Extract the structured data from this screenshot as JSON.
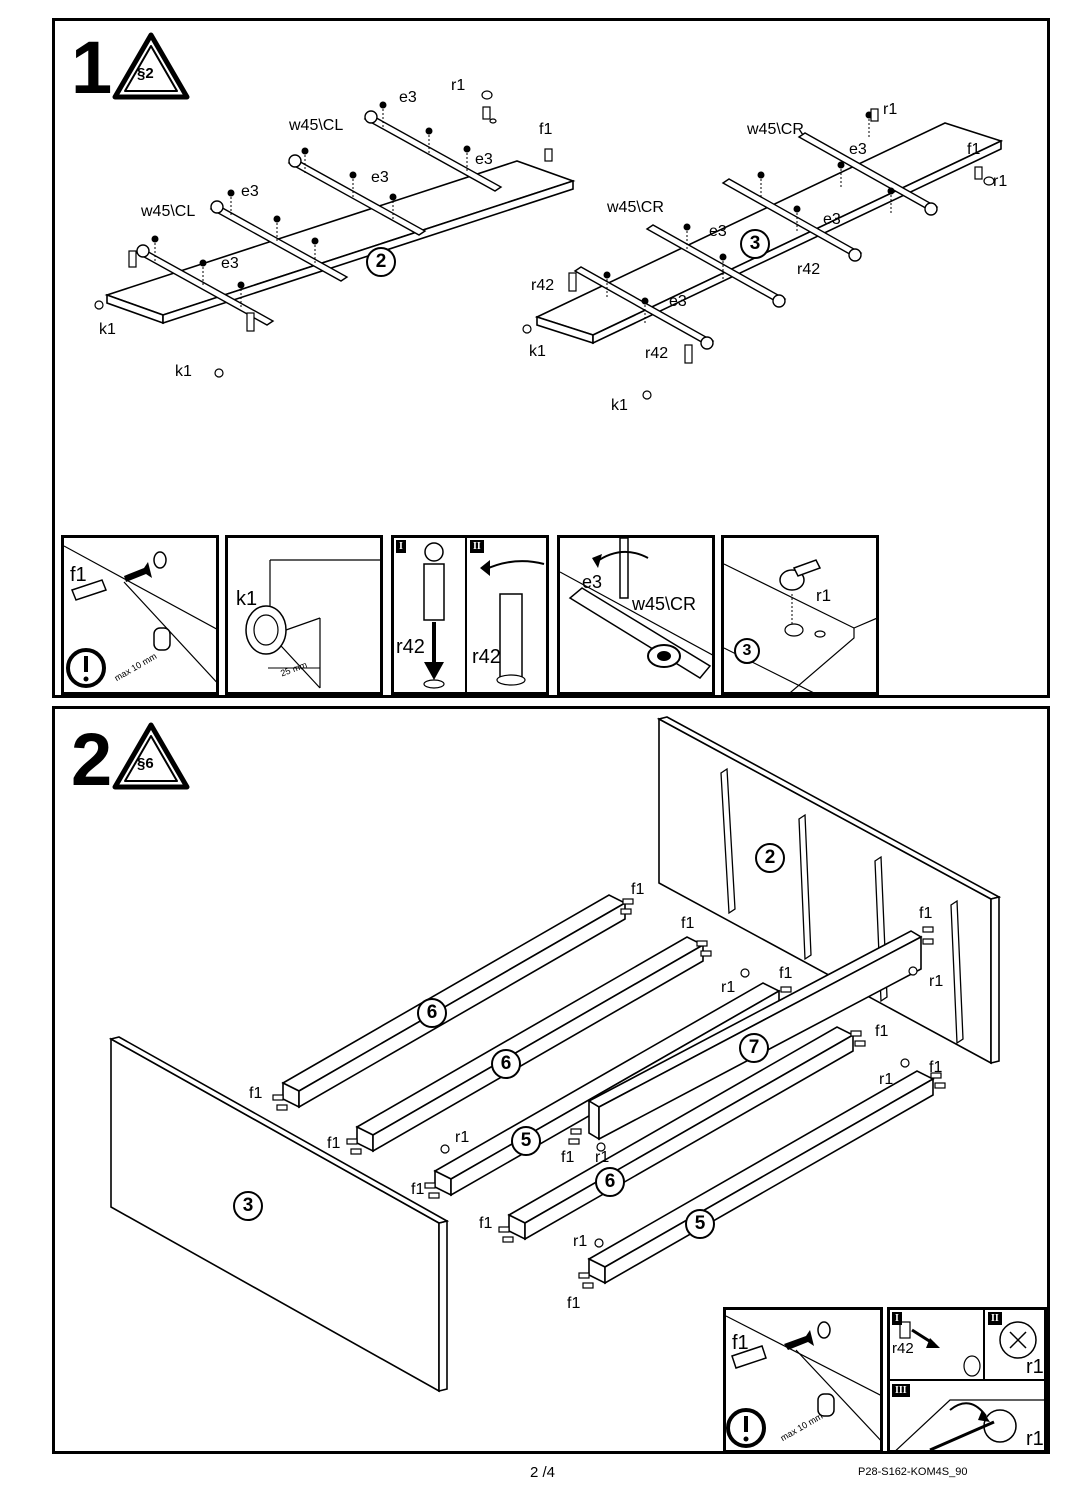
{
  "step1": {
    "number": "1",
    "warning_code": "§2",
    "labels": {
      "w45cl_a": "w45\\CL",
      "w45cl_b": "w45\\CL",
      "e3_1": "e3",
      "e3_2": "e3",
      "e3_3": "e3",
      "e3_4": "e3",
      "e3_5": "e3",
      "r1_left": "r1",
      "f1_left": "f1",
      "k1_a": "k1",
      "k1_b": "k1",
      "w45cr_a": "w45\\CR",
      "w45cr_b": "w45\\CR",
      "r1_right_a": "r1",
      "r1_right_b": "r1",
      "f1_right": "f1",
      "e3_6": "e3",
      "e3_7": "e3",
      "e3_8": "e3",
      "e3_9": "e3",
      "r42_a": "r42",
      "r42_b": "r42",
      "r42_c": "r42",
      "k1_c": "k1",
      "k1_d": "k1"
    },
    "part_left": "2",
    "part_right": "3",
    "details": {
      "d1_label": "f1",
      "d1_note": "max 10 mm",
      "d2_label": "k1",
      "d2_note": "25 mm",
      "d3_roman_a": "I",
      "d3_roman_b": "II",
      "d3_label_a": "r42",
      "d3_label_b": "r42",
      "d4_label_a": "e3",
      "d4_label_b": "w45\\CR",
      "d5_label": "r1",
      "d5_part": "3"
    }
  },
  "step2": {
    "number": "2",
    "warning_code": "§6",
    "parts": [
      "2",
      "6",
      "6",
      "7",
      "5",
      "6",
      "5",
      "3"
    ],
    "labels": {
      "f1_a": "f1",
      "f1_b": "f1",
      "f1_c": "f1",
      "f1_d": "f1",
      "f1_e": "f1",
      "f1_f": "f1",
      "f1_g": "f1",
      "f1_h": "f1",
      "f1_i": "f1",
      "f1_j": "f1",
      "f1_k": "f1",
      "f1_l": "f1",
      "r1_a": "r1",
      "r1_b": "r1",
      "r1_c": "r1",
      "r1_d": "r1",
      "r1_e": "r1",
      "r1_f": "r1"
    },
    "details": {
      "d1_label": "f1",
      "d1_note": "max 10 mm",
      "d2_roman_a": "I",
      "d2_roman_b": "II",
      "d2_roman_c": "III",
      "d2_label_a": "r42",
      "d2_label_b": "r1",
      "d2_label_c": "r1"
    }
  },
  "footer": {
    "page": "2 /4",
    "code": "P28-S162-KOM4S_90"
  }
}
